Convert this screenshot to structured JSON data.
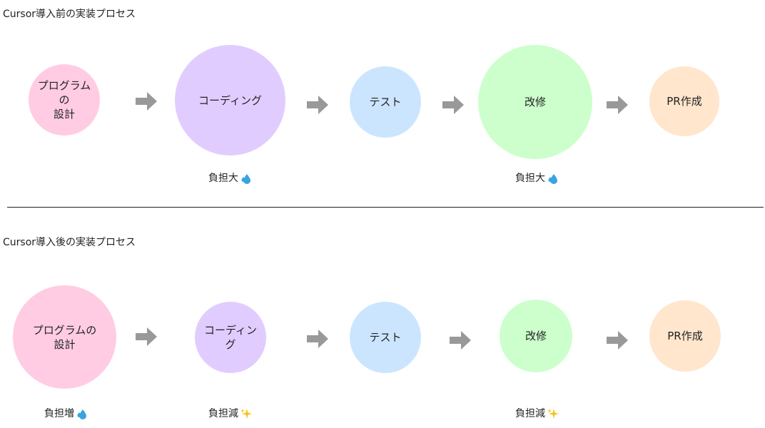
{
  "before": {
    "title": "Cursor導入前の実装プロセス",
    "steps": [
      {
        "label_line1": "プログラムの",
        "label_line2": "設計",
        "color": "#FFCCE3"
      },
      {
        "label_line1": "コーディング",
        "label_line2": "",
        "color": "#E1CCFF"
      },
      {
        "label_line1": "テスト",
        "label_line2": "",
        "color": "#CCE5FF"
      },
      {
        "label_line1": "改修",
        "label_line2": "",
        "color": "#CCFFCC"
      },
      {
        "label_line1": "PR作成",
        "label_line2": "",
        "color": "#FFE6CC"
      }
    ],
    "notes": [
      {
        "text": "負担大",
        "icon": "sweat-droplets-icon"
      },
      {
        "text": "負担大",
        "icon": "sweat-droplets-icon"
      }
    ]
  },
  "after": {
    "title": "Cursor導入後の実装プロセス",
    "steps": [
      {
        "label_line1": "プログラムの",
        "label_line2": "設計",
        "color": "#FFCCE3"
      },
      {
        "label_line1": "コーディング",
        "label_line2": "",
        "color": "#E1CCFF"
      },
      {
        "label_line1": "テスト",
        "label_line2": "",
        "color": "#CCE5FF"
      },
      {
        "label_line1": "改修",
        "label_line2": "",
        "color": "#CCFFCC"
      },
      {
        "label_line1": "PR作成",
        "label_line2": "",
        "color": "#FFE6CC"
      }
    ],
    "notes": [
      {
        "text": "負担増",
        "icon": "sweat-droplets-icon"
      },
      {
        "text": "負担減",
        "icon": "sparkles-icon"
      },
      {
        "text": "負担減",
        "icon": "sparkles-icon"
      }
    ]
  },
  "colors": {
    "arrow": "#999999",
    "divider": "#222222",
    "sweat": "#3BA3E0",
    "sparkle": "#F5C518"
  }
}
